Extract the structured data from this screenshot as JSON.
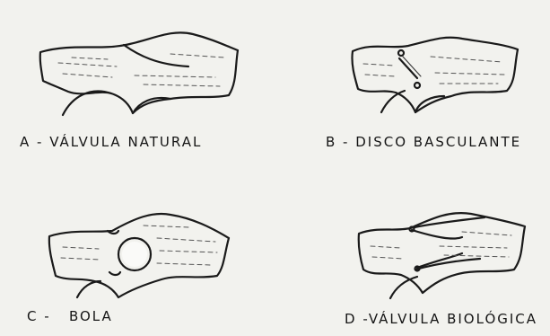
{
  "figure": {
    "panels": [
      {
        "id": "A",
        "caption": "A - VÁLVULA NATURAL"
      },
      {
        "id": "B",
        "caption": "B - DISCO BASCULANTE"
      },
      {
        "id": "C",
        "caption": "C -   BOLA"
      },
      {
        "id": "D",
        "caption": "D -VÁLVULA BIOLÓGICA"
      }
    ]
  }
}
